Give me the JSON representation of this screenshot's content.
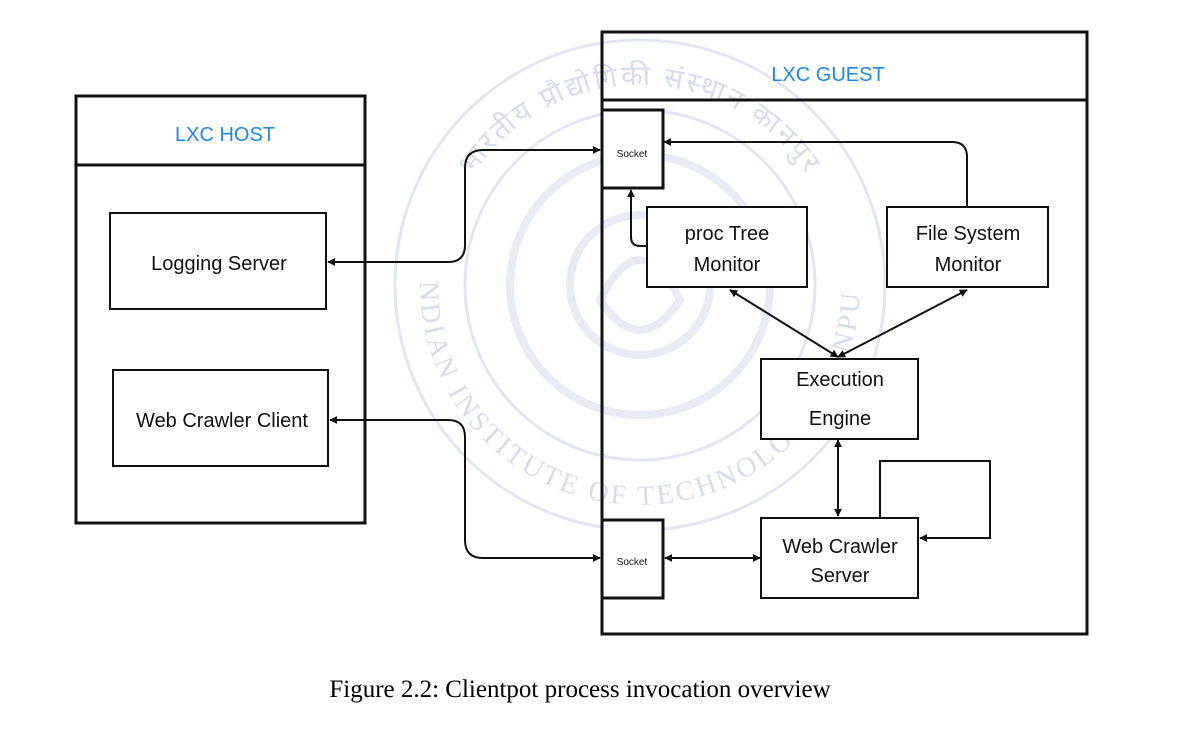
{
  "host": {
    "title": "LXC HOST",
    "logging_server": "Logging Server",
    "web_crawler_client": "Web Crawler Client"
  },
  "guest": {
    "title": "LXC GUEST",
    "socket_top": "Socket",
    "socket_bottom": "Socket",
    "proc_tree_monitor": [
      "proc Tree",
      "Monitor"
    ],
    "file_system_monitor": [
      "File System",
      "Monitor"
    ],
    "execution_engine": [
      "Execution",
      "Engine"
    ],
    "web_crawler_server": [
      "Web Crawler",
      "Server"
    ]
  },
  "caption": "Figure 2.2: Clientpot process invocation overview",
  "watermark": {
    "top_text": "भारतीय प्रौद्योगिकी संस्थान कानपुर",
    "bottom_text": "INDIAN INSTITUTE OF TECHNOLOGY KANPUR"
  },
  "colors": {
    "container_title": "#1e88e5",
    "watermark": "#d7dced"
  }
}
